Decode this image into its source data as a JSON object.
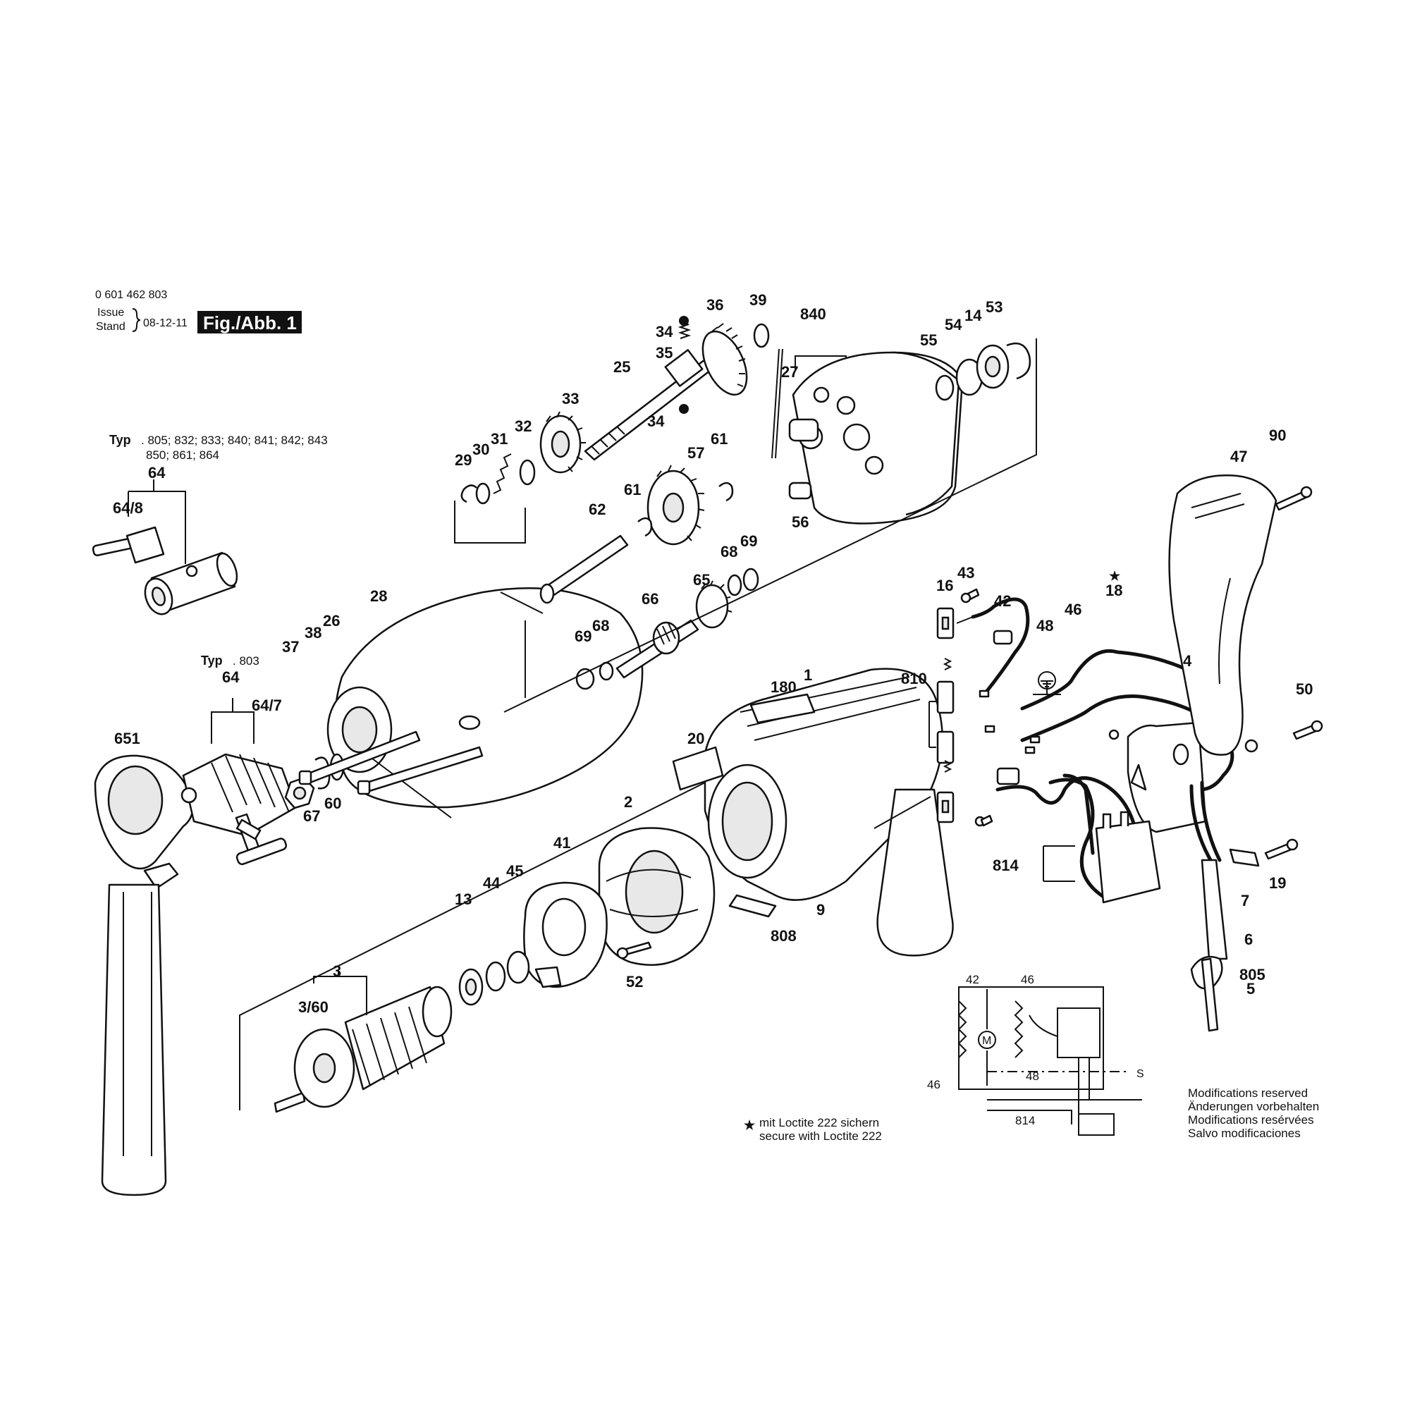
{
  "header": {
    "part_number": "0 601 462 803",
    "issue_label": "Issue",
    "stand_label": "Stand",
    "issue_date": "08-12-11",
    "figure_badge": "Fig./Abb. 1"
  },
  "typ_notes": [
    {
      "prefix": "Typ",
      "line1": ". 805; 832; 833; 840; 841; 842; 843",
      "line2": "850;  861; 864"
    },
    {
      "prefix": "Typ",
      "line1": ". 803",
      "line2": ""
    }
  ],
  "callouts": [
    "0 601 462 803"
  ],
  "parts": [
    {
      "label": "34"
    },
    {
      "label": "35"
    },
    {
      "label": "36"
    },
    {
      "label": "39"
    },
    {
      "label": "840"
    },
    {
      "label": "25"
    },
    {
      "label": "27"
    },
    {
      "label": "55"
    },
    {
      "label": "54"
    },
    {
      "label": "14"
    },
    {
      "label": "53"
    },
    {
      "label": "33"
    },
    {
      "label": "34"
    },
    {
      "label": "32"
    },
    {
      "label": "31"
    },
    {
      "label": "30"
    },
    {
      "label": "29"
    },
    {
      "label": "57"
    },
    {
      "label": "61"
    },
    {
      "label": "61"
    },
    {
      "label": "62"
    },
    {
      "label": "56"
    },
    {
      "label": "64"
    },
    {
      "label": "64/8"
    },
    {
      "label": "68"
    },
    {
      "label": "69"
    },
    {
      "label": "65"
    },
    {
      "label": "28"
    },
    {
      "label": "66"
    },
    {
      "label": "69"
    },
    {
      "label": "68"
    },
    {
      "label": "37"
    },
    {
      "label": "38"
    },
    {
      "label": "26"
    },
    {
      "label": "64"
    },
    {
      "label": "64/7"
    },
    {
      "label": "651"
    },
    {
      "label": "67"
    },
    {
      "label": "60"
    },
    {
      "label": "180"
    },
    {
      "label": "1"
    },
    {
      "label": "20"
    },
    {
      "label": "2"
    },
    {
      "label": "41"
    },
    {
      "label": "45"
    },
    {
      "label": "44"
    },
    {
      "label": "13"
    },
    {
      "label": "808"
    },
    {
      "label": "9"
    },
    {
      "label": "52"
    },
    {
      "label": "3"
    },
    {
      "label": "3/60"
    },
    {
      "label": "16"
    },
    {
      "label": "43"
    },
    {
      "label": "42"
    },
    {
      "label": "48"
    },
    {
      "label": "46"
    },
    {
      "label": "18"
    },
    {
      "label": "810"
    },
    {
      "label": "4"
    },
    {
      "label": "47"
    },
    {
      "label": "90"
    },
    {
      "label": "50"
    },
    {
      "label": "814"
    },
    {
      "label": "7"
    },
    {
      "label": "19"
    },
    {
      "label": "6"
    },
    {
      "label": "805"
    },
    {
      "label": "5"
    }
  ],
  "schematic": {
    "labels": [
      "42",
      "46",
      "46",
      "48",
      "814"
    ],
    "motor_symbol": "M",
    "switch_symbol": "S"
  },
  "footnote": {
    "star": "★",
    "line1": "mit Loctite 222 sichern",
    "line2": "secure with Loctite 222"
  },
  "modifications": [
    "Modifications reserved",
    "Änderungen vorbehalten",
    "Modifications resérvées",
    "Salvo modificaciones"
  ],
  "star_marker": "★"
}
